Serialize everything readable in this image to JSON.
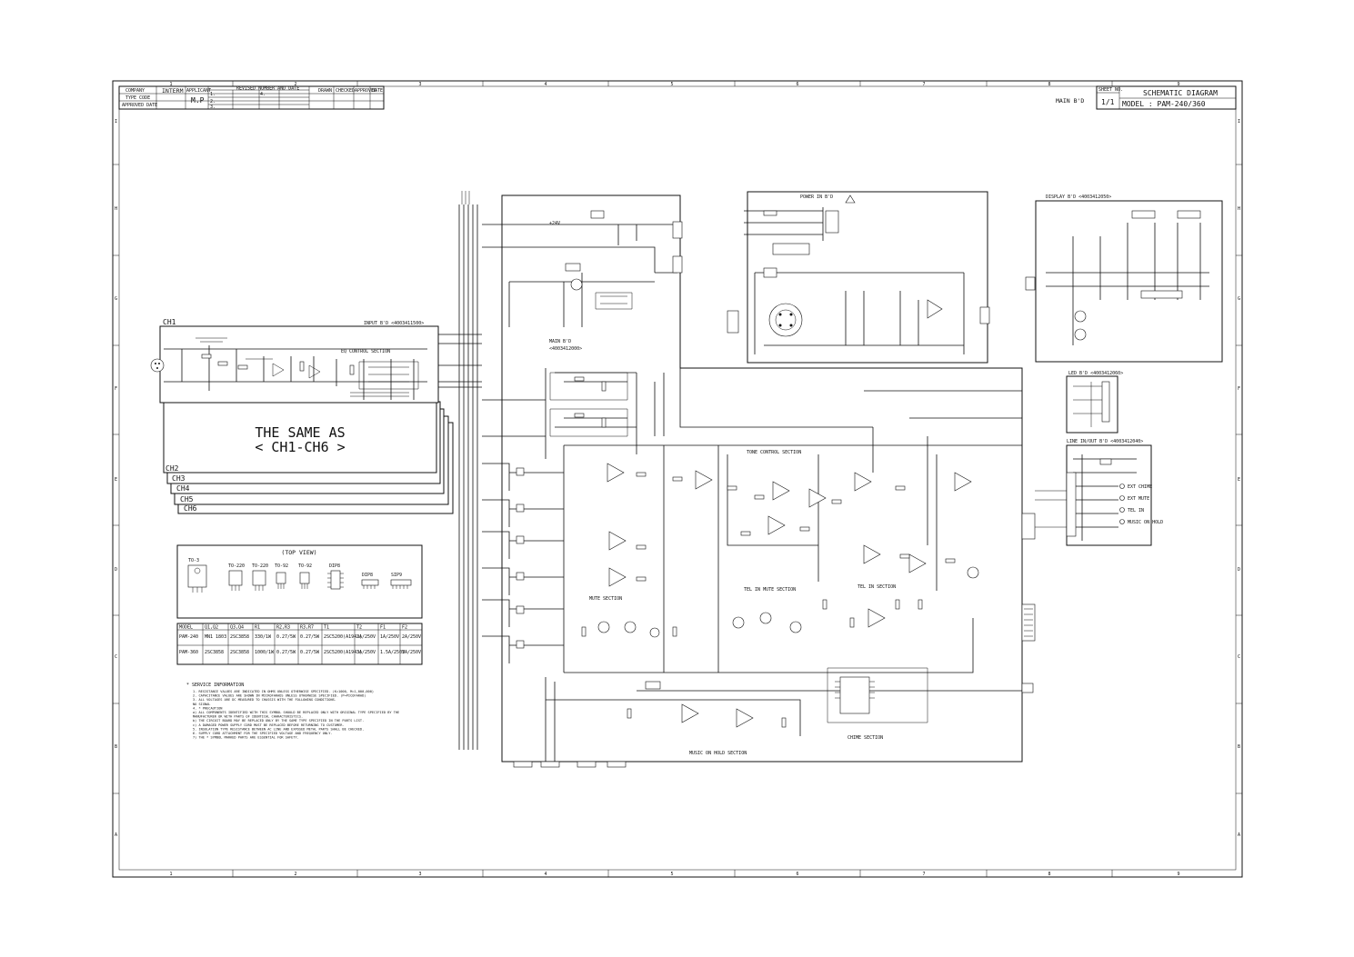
{
  "title_block": {
    "company_label": "COMPANY",
    "company": "INTERM",
    "type_code_label": "TYPE CODE",
    "approved_date_label": "APPROVED DATE",
    "applicant_label": "APPLICANT",
    "applicant": "M.P",
    "revised_label": "REVISED NUMBER AND DATE",
    "rev_rows": [
      "1.",
      "2.",
      "3.",
      "4."
    ],
    "drawn_label": "DRAWN",
    "checked_label": "CHECKED",
    "approved_label": "APPROVED",
    "date_label": "DATE",
    "board": "MAIN B'D",
    "sheet_no_label": "SHEET NO.",
    "sheet_no": "1/1",
    "doc_title": "SCHEMATIC DIAGRAM",
    "model": "MODEL : PAM-240/360"
  },
  "grid": {
    "columns": [
      "1",
      "2",
      "3",
      "4",
      "5",
      "6",
      "7",
      "8",
      "9"
    ],
    "rows": [
      "I",
      "H",
      "G",
      "F",
      "E",
      "D",
      "C",
      "B",
      "A"
    ]
  },
  "input_board": {
    "channel": "CH1",
    "title": "INPUT B'D <4003411500>",
    "eq_section": "EQ CONTROL SECTION",
    "same_as_1": "THE SAME AS",
    "same_as_2": "< CH1-CH6 >",
    "channels": [
      "CH2",
      "CH3",
      "CH4",
      "CH5",
      "CH6"
    ]
  },
  "main_board": {
    "title": "MAIN B'D",
    "part": "<4003412000>",
    "power_label": "+24V",
    "tone_section": "TONE CONTROL SECTION",
    "tel_mute_section": "TEL IN MUTE SECTION",
    "tel_in_section": "TEL IN SECTION",
    "mute_section": "MUTE SECTION",
    "music_section": "MUSIC ON HOLD SECTION",
    "chime_section": "CHIME SECTION"
  },
  "power_board": {
    "title": "POWER IN B'D"
  },
  "display_board": {
    "title": "DISPLAY B'D <4003412050>"
  },
  "led_board": {
    "title": "LED B'D <4003412060>"
  },
  "line_board": {
    "title": "LINE IN/OUT B'D <4003412040>",
    "labels": [
      "EXT CHIME",
      "EXT MUTE",
      "TEL IN",
      "MUSIC ON HOLD"
    ]
  },
  "top_view": {
    "title": "(TOP VIEW)",
    "packages": [
      "TO-3",
      "TO-220",
      "TO-220",
      "TO-92",
      "TO-92",
      "DIP8",
      "DIP8",
      "SIP9"
    ]
  },
  "parts_table": {
    "headers": [
      "MODEL",
      "Q1,Q2",
      "Q3,Q4",
      "R1",
      "R2,R3",
      "R3,R7",
      "T1",
      "T2",
      "F1",
      "F2"
    ],
    "rows": [
      [
        "PAM-240",
        "MN1 1803",
        "2SC3858",
        "330/1W",
        "0.27/5W",
        "0.27/5W",
        "2SC5200(A1943)",
        "2A/250V",
        "1A/250V",
        "2A/250V"
      ],
      [
        "PAM-360",
        "2SC3858",
        "2SC3858",
        "1000/1W",
        "0.27/5W",
        "0.27/5W",
        "2SC5200(A1943)",
        "3A/250V",
        "1.5A/250V",
        "3A/250V"
      ]
    ]
  },
  "notes": {
    "heading": "* SERVICE INFORMATION",
    "lines": [
      "1. RESISTANCE VALUES ARE INDICATED IN OHMS UNLESS OTHERWISE SPECIFIED. (K=1000, M=1,000,000)",
      "2. CAPACITANCE VALUES ARE SHOWN IN MICROFARADS UNLESS OTHERWISE SPECIFIED. (P=PICOFARAD)",
      "3. ALL VOLTAGES ARE DC MEASURED TO CHASSIS WITH THE FOLLOWING CONDITIONS.",
      "   NO SIGNAL",
      "4. * PRECAUTION",
      "   a) ALL COMPONENTS IDENTIFIED WITH THIS SYMBOL SHOULD BE REPLACED ONLY WITH ORIGINAL TYPE SPECIFIED BY THE",
      "      MANUFACTURER OR WITH PARTS OF IDENTICAL CHARACTERISTICS.",
      "   b) THE CIRCUIT BOARD MAY BE REPLACED ONLY BY THE SAME TYPE SPECIFIED IN THE PARTS LIST.",
      "   c) A DAMAGED POWER SUPPLY CORD MUST BE REPLACED BEFORE RETURNING TO CUSTOMER.",
      "5. INSULATION TYPE RESISTANCE BETWEEN AC LINE AND EXPOSED METAL PARTS SHALL BE CHECKED.",
      "6. SUPPLY CORD ATTACHMENT FOR THE SPECIFIED VOLTAGE AND FREQUENCY ONLY.",
      "7) THE * SYMBOL MARKED PARTS ARE ESSENTIAL FOR SAFETY."
    ]
  }
}
